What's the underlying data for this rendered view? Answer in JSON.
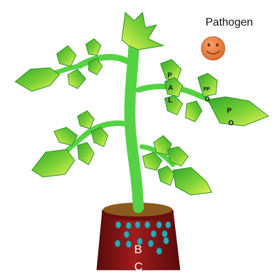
{
  "pathogen": {
    "label": "Pathogen",
    "icon": "smiley-face-icon"
  },
  "enzymes": {
    "pal": [
      "P",
      "A",
      "L"
    ],
    "ppo": [
      "PP",
      "O"
    ],
    "po": [
      "P",
      "O"
    ]
  },
  "pot": {
    "letters": [
      "B",
      "C"
    ]
  },
  "colors": {
    "stem": "#55d243",
    "leaf_dark": "#33b12c",
    "leaf_light": "#e9f55c",
    "pot": "#8c1414",
    "soil": "#8a5a1e",
    "dots": "#2fa9b5",
    "pathogen": "#ea7a3c"
  }
}
